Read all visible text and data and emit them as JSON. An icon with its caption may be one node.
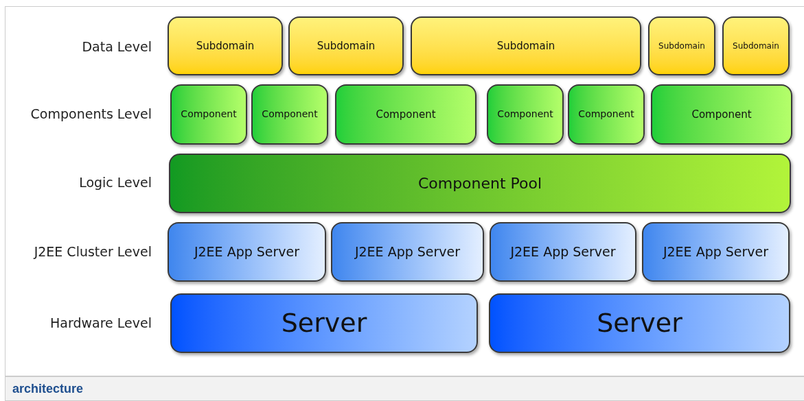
{
  "diagram": {
    "caption": "architecture",
    "nodes": [
      {
        "text": [
          "Subdomain"
        ]
      },
      {
        "text": [
          "Subdomain"
        ]
      },
      {
        "text": [
          "Subdomain"
        ]
      },
      {
        "text": [
          "Subdomain"
        ]
      },
      {
        "text": [
          "Subdomain"
        ]
      },
      {
        "text": [
          "Component"
        ]
      },
      {
        "text": [
          "Component"
        ]
      },
      {
        "text": [
          "Component"
        ]
      },
      {
        "text": [
          "Component"
        ]
      },
      {
        "text": [
          "Component"
        ]
      },
      {
        "text": [
          "Component"
        ]
      },
      {
        "text": [
          "Component Pool"
        ]
      },
      {
        "text": [
          "J2EE App Server"
        ]
      },
      {
        "text": [
          "J2EE App Server"
        ]
      },
      {
        "text": [
          "J2EE App Server"
        ]
      },
      {
        "text": [
          "J2EE App Server"
        ]
      },
      {
        "text": [
          "Server"
        ]
      },
      {
        "text": [
          "Server"
        ]
      }
    ],
    "labels": [
      "Data Level",
      "Components Level",
      "Logic Level",
      "J2EE Cluster Level",
      "Hardware Level"
    ]
  }
}
